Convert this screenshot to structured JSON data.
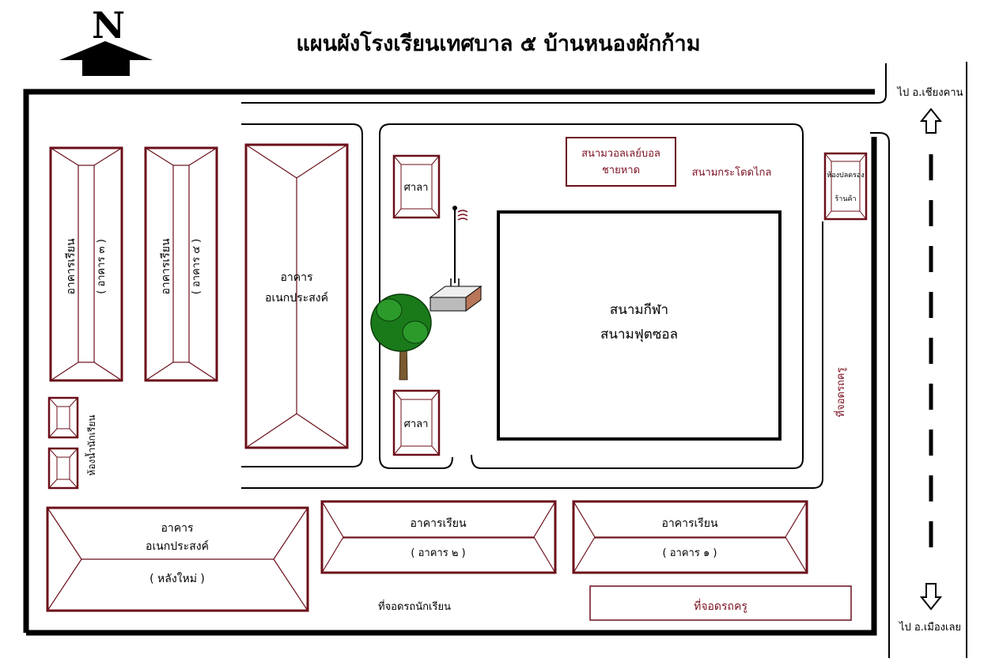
{
  "title": "แผนผังโรงเรียนเทศบาล ๕ บ้านหนองผักก้าม",
  "compass": {
    "letter": "N"
  },
  "directions": {
    "north": "ไป อ.เชียงคาน",
    "south": "ไป อ.เมืองเลย"
  },
  "buildings": {
    "b3": {
      "line1": "อาคารเรียน",
      "line2": "( อาคาร ๓ )"
    },
    "b4": {
      "line1": "อาคารเรียน",
      "line2": "( อาคาร ๔ )"
    },
    "multi": {
      "line1": "อาคาร",
      "line2": "อเนกประสงค์"
    },
    "multi_new": {
      "line1": "อาคาร",
      "line2": "อเนกประสงค์",
      "line3": "( หลังใหม่ )"
    },
    "b2": {
      "line1": "อาคารเรียน",
      "line2": "( อาคาร ๒ )"
    },
    "b1": {
      "line1": "อาคารเรียน",
      "line2": "( อาคาร ๑ )"
    },
    "restroom": "ห้องน้ำนักเรียน",
    "pavilion_top": "ศาลา",
    "pavilion_bottom": "ศาลา",
    "guard": {
      "line1": "ห้องปลดรอง",
      "line2": "ร้านค้า"
    }
  },
  "areas": {
    "volleyball": {
      "line1": "สนามวอลเลย์บอล",
      "line2": "ชายหาด"
    },
    "long_jump": "สนามกระโดดไกล",
    "field": {
      "line1": "สนามกีฬา",
      "line2": "สนามฟุตซอล"
    },
    "teacher_parking_side": "ที่จอดรถครู",
    "student_parking": "ที่จอดรถนักเรียน",
    "teacher_parking": "ที่จอดรถครู"
  },
  "colors": {
    "building": "#6b0f1a",
    "outline": "#000000",
    "tree": "#1a7a1a",
    "trunk": "#7a5a30",
    "flag_base": "#b8765a"
  }
}
